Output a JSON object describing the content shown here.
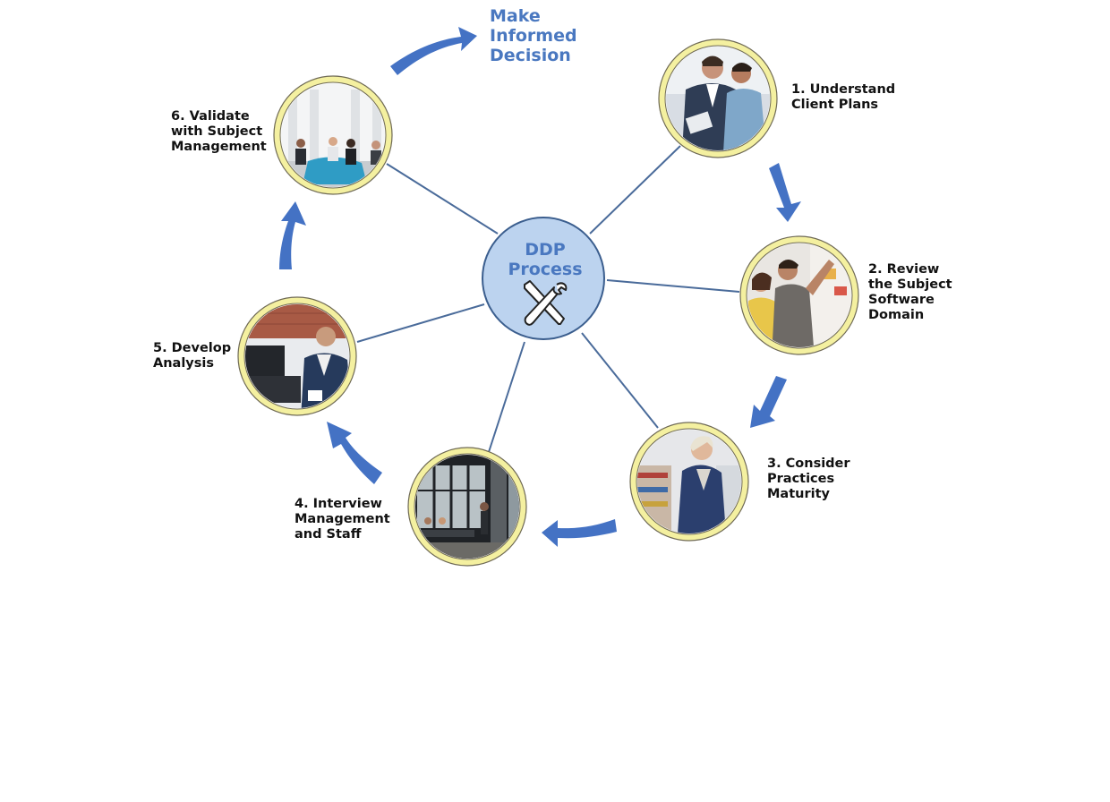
{
  "hub": {
    "title": "DDP\nProcess",
    "icon": "wrench-screwdriver-icon"
  },
  "goal": "Make\nInformed\nDecision",
  "steps": [
    {
      "label": "1. Understand\nClient Plans",
      "image": "businessmen-reviewing-tablet"
    },
    {
      "label": "2. Review\nthe Subject\nSoftware\nDomain",
      "image": "team-at-whiteboard"
    },
    {
      "label": "3. Consider\nPractices\nMaturity",
      "image": "woman-thinking-in-office"
    },
    {
      "label": "4. Interview\nManagement\nand Staff",
      "image": "open-plan-office-meeting"
    },
    {
      "label": "5. Develop\nAnalysis",
      "image": "man-at-computer-desk"
    },
    {
      "label": "6. Validate\nwith Subject\nManagement",
      "image": "glass-conference-room-meeting"
    }
  ],
  "colors": {
    "arrow": "#4472c4",
    "ring": "#f4f0a0",
    "hub_fill": "#bcd3ef",
    "hub_border": "#3b5e8e",
    "spoke": "#4a6b9a",
    "accent_text": "#4a78c0"
  }
}
